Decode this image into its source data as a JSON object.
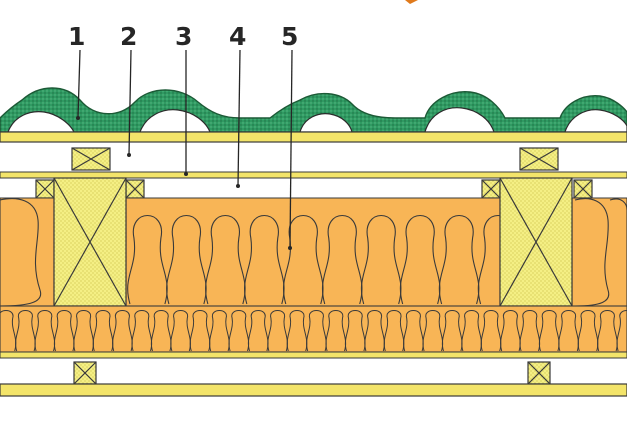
{
  "labels": [
    {
      "id": "1",
      "text": "1"
    },
    {
      "id": "2",
      "text": "2"
    },
    {
      "id": "3",
      "text": "3"
    },
    {
      "id": "4",
      "text": "4"
    },
    {
      "id": "5",
      "text": "5"
    }
  ],
  "colors": {
    "tile_green": "#2f9a62",
    "board_yellow": "#f3e46a",
    "batten_yellow": "#f4ef84",
    "insulation_orange": "#f8b556",
    "outline": "#3a3a3a"
  }
}
